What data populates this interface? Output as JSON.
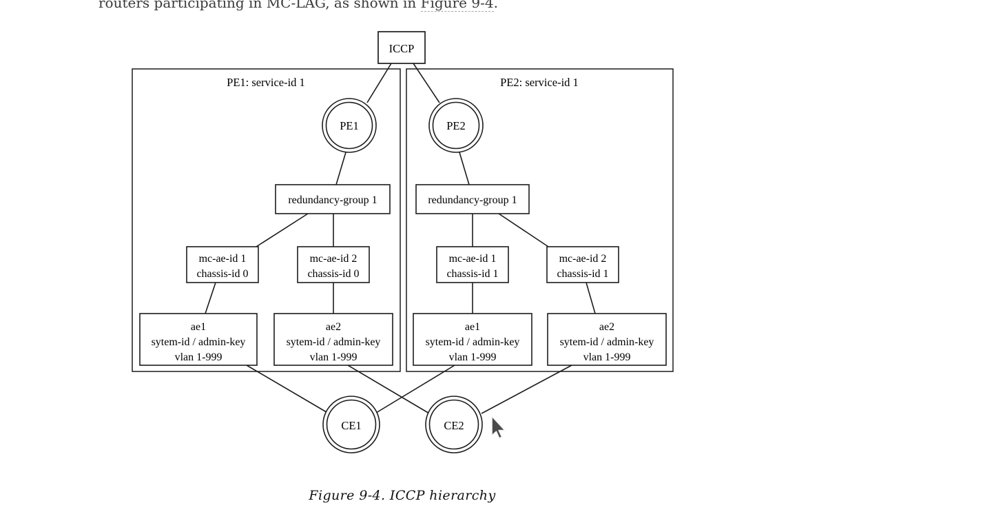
{
  "page": {
    "body_text_prefix": "routers participating in MC-LAG, as shown in ",
    "body_link": "Figure 9-4",
    "body_text_suffix": ".",
    "caption": "Figure 9-4. ICCP hierarchy"
  },
  "diagram": {
    "iccp_label": "ICCP",
    "pe1": {
      "title": "PE1: service-id 1",
      "node": "PE1",
      "rg": "redundancy-group 1",
      "mc1": {
        "line1": "mc-ae-id 1",
        "line2": "chassis-id 0"
      },
      "mc2": {
        "line1": "mc-ae-id 2",
        "line2": "chassis-id 0"
      },
      "ae1": {
        "line1": "ae1",
        "line2": "sytem-id / admin-key",
        "line3": "vlan 1-999"
      },
      "ae2": {
        "line1": "ae2",
        "line2": "sytem-id / admin-key",
        "line3": "vlan 1-999"
      }
    },
    "pe2": {
      "title": "PE2: service-id 1",
      "node": "PE2",
      "rg": "redundancy-group 1",
      "mc1": {
        "line1": "mc-ae-id 1",
        "line2": "chassis-id 1"
      },
      "mc2": {
        "line1": "mc-ae-id 2",
        "line2": "chassis-id 1"
      },
      "ae1": {
        "line1": "ae1",
        "line2": "sytem-id / admin-key",
        "line3": "vlan 1-999"
      },
      "ae2": {
        "line1": "ae2",
        "line2": "sytem-id / admin-key",
        "line3": "vlan 1-999"
      }
    },
    "ce1": "CE1",
    "ce2": "CE2"
  },
  "colors": {
    "line": "#1c1c1c",
    "text": "#000000",
    "link_underline": "#a8a8a8",
    "cursor_fill": "#4a4a4a",
    "cursor_outline": "#f5f5f5"
  }
}
